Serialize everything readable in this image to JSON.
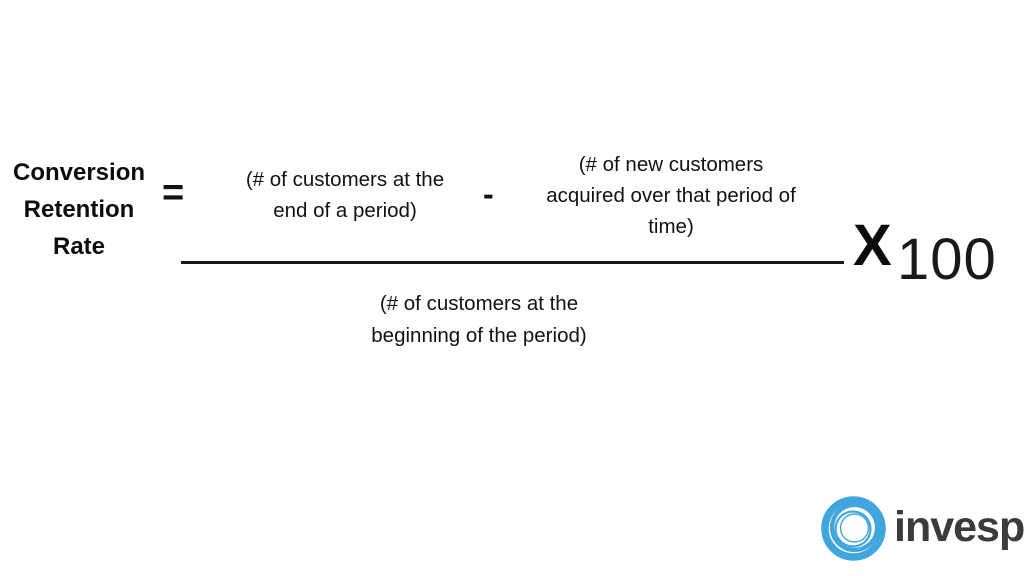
{
  "colors": {
    "background": "#ffffff",
    "text": "#121212",
    "fraction_bar": "#1a1a1a",
    "logo_blue": "#41a6dd",
    "logo_gray": "#3b3b3d"
  },
  "formula": {
    "label": {
      "lines": [
        "Conversion",
        "Retention",
        "Rate"
      ]
    },
    "equals_sign": "=",
    "numerator": {
      "term1": {
        "lines": [
          "(# of customers at the",
          "end of a period)"
        ]
      },
      "minus_sign": "-",
      "term2": {
        "lines": [
          "(# of new customers",
          "acquired over that period of",
          "time)"
        ]
      }
    },
    "denominator": {
      "lines": [
        "(# of customers at the",
        "beginning of the period)"
      ]
    },
    "multiplier": {
      "times_sign": "X",
      "value": "100"
    }
  },
  "logo": {
    "brand": "invesp",
    "icon": "swirl-circle-icon"
  }
}
